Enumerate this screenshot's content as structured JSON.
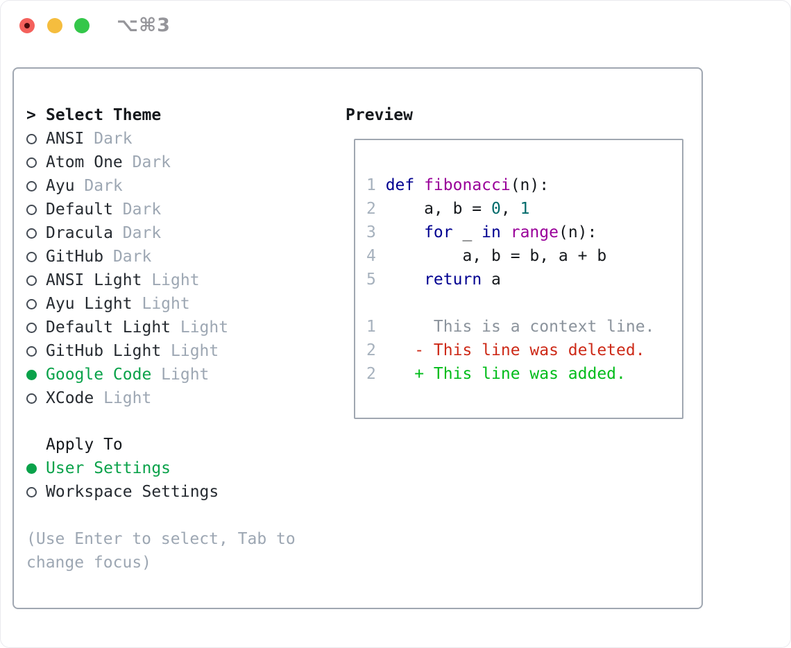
{
  "titlebar": {
    "title": "⌥⌘3"
  },
  "theme_panel": {
    "header": {
      "prompt": ">",
      "label": "Select Theme"
    },
    "themes": [
      {
        "name": "ANSI",
        "variant": "Dark",
        "selected": false
      },
      {
        "name": "Atom One",
        "variant": "Dark",
        "selected": false
      },
      {
        "name": "Ayu",
        "variant": "Dark",
        "selected": false
      },
      {
        "name": "Default",
        "variant": "Dark",
        "selected": false
      },
      {
        "name": "Dracula",
        "variant": "Dark",
        "selected": false
      },
      {
        "name": "GitHub",
        "variant": "Dark",
        "selected": false
      },
      {
        "name": "ANSI Light",
        "variant": "Light",
        "selected": false
      },
      {
        "name": "Ayu Light",
        "variant": "Light",
        "selected": false
      },
      {
        "name": "Default Light",
        "variant": "Light",
        "selected": false
      },
      {
        "name": "GitHub Light",
        "variant": "Light",
        "selected": false
      },
      {
        "name": "Google Code",
        "variant": "Light",
        "selected": true
      },
      {
        "name": "XCode",
        "variant": "Light",
        "selected": false
      }
    ],
    "apply_to": {
      "label": "Apply To",
      "options": [
        {
          "label": "User Settings",
          "selected": true
        },
        {
          "label": "Workspace Settings",
          "selected": false
        }
      ]
    },
    "hint": "(Use Enter to select, Tab to change focus)"
  },
  "preview": {
    "label": "Preview",
    "code_lines": [
      {
        "num": "1",
        "kind": "code-line",
        "tokens": [
          {
            "t": "def ",
            "c": "kw"
          },
          {
            "t": "fibonacci",
            "c": "fn"
          },
          {
            "t": "(n):",
            "c": "pln"
          }
        ]
      },
      {
        "num": "2",
        "kind": "code-line",
        "tokens": [
          {
            "t": "    a, b = ",
            "c": "pln"
          },
          {
            "t": "0",
            "c": "num"
          },
          {
            "t": ", ",
            "c": "pln"
          },
          {
            "t": "1",
            "c": "num"
          }
        ]
      },
      {
        "num": "3",
        "kind": "code-line",
        "tokens": [
          {
            "t": "    ",
            "c": "pln"
          },
          {
            "t": "for",
            "c": "kw"
          },
          {
            "t": " _ ",
            "c": "pln"
          },
          {
            "t": "in",
            "c": "kw"
          },
          {
            "t": " ",
            "c": "pln"
          },
          {
            "t": "range",
            "c": "fn"
          },
          {
            "t": "(n):",
            "c": "pln"
          }
        ]
      },
      {
        "num": "4",
        "kind": "code-line",
        "tokens": [
          {
            "t": "        a, b = b, a + b",
            "c": "pln"
          }
        ]
      },
      {
        "num": "5",
        "kind": "code-line",
        "tokens": [
          {
            "t": "    ",
            "c": "pln"
          },
          {
            "t": "return",
            "c": "kw"
          },
          {
            "t": " a",
            "c": "pln"
          }
        ]
      },
      {
        "num": "",
        "kind": "blank-line",
        "tokens": []
      },
      {
        "num": "1",
        "kind": "diff-context-line",
        "tokens": [
          {
            "t": "     This is a context line.",
            "c": "ctx"
          }
        ]
      },
      {
        "num": "2",
        "kind": "diff-deleted-line",
        "tokens": [
          {
            "t": "   - This line was deleted.",
            "c": "del"
          }
        ]
      },
      {
        "num": "2",
        "kind": "diff-added-line",
        "tokens": [
          {
            "t": "   + This line was added.",
            "c": "add"
          }
        ]
      }
    ]
  },
  "colors": {
    "traffic_red": "#f4615c",
    "traffic_red_dot": "#4a0c0c",
    "traffic_yellow": "#f5bd3e",
    "traffic_green": "#34c74a",
    "title_gray": "#95959a",
    "border": "#a0a7b1",
    "text": "#262b31",
    "muted": "#9da7b3",
    "selected_green": "#0aa24a",
    "keyword": "#000090",
    "function": "#990099",
    "number": "#006a6a",
    "plain": "#16191d",
    "gutter": "#a6b1bd",
    "context": "#8b939c",
    "deleted": "#cd2a18",
    "added": "#00bc1a"
  }
}
